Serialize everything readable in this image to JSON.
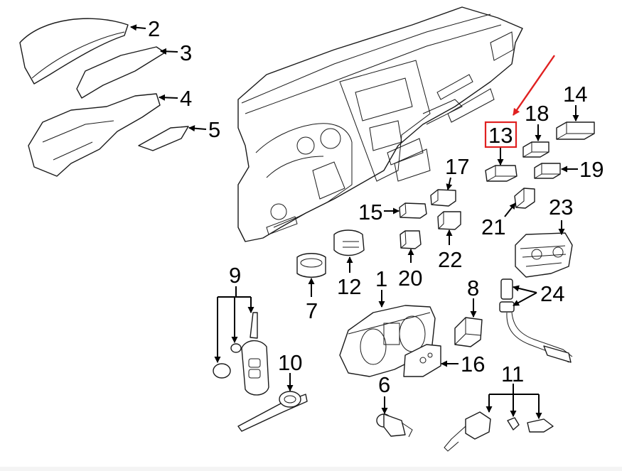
{
  "diagram": {
    "callouts": {
      "c1": "1",
      "c2": "2",
      "c3": "3",
      "c4": "4",
      "c5": "5",
      "c6": "6",
      "c7": "7",
      "c8": "8",
      "c9": "9",
      "c10": "10",
      "c11": "11",
      "c12": "12",
      "c13": "13",
      "c14": "14",
      "c15": "15",
      "c16": "16",
      "c17": "17",
      "c18": "18",
      "c19": "19",
      "c20": "20",
      "c21": "21",
      "c22": "22",
      "c23": "23",
      "c24": "24"
    },
    "highlighted_callout": "13",
    "colors": {
      "line": "#1a1a1a",
      "highlight": "#e02020",
      "background": "#ffffff"
    }
  }
}
